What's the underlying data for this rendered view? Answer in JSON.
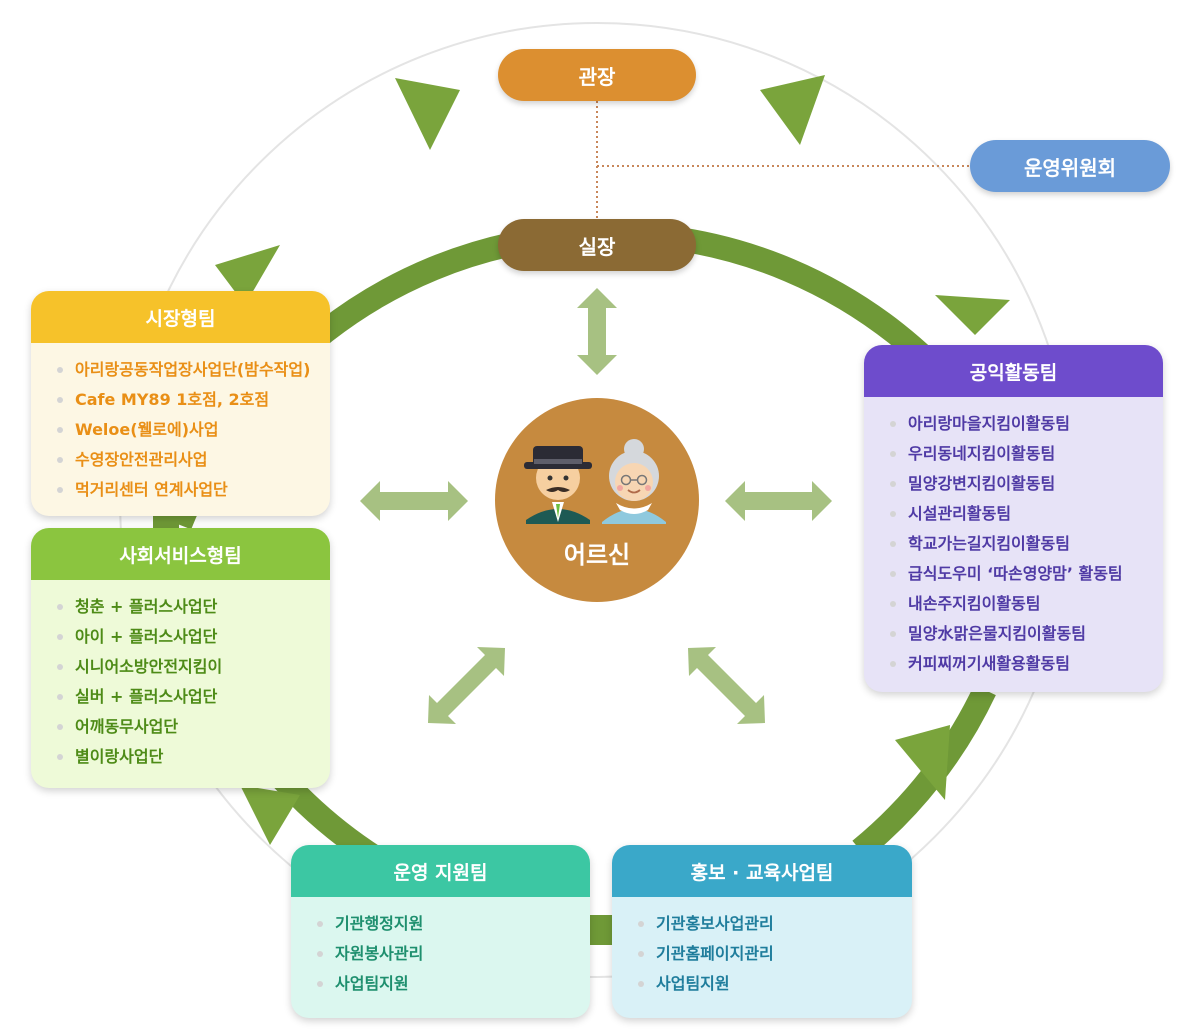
{
  "leadership": {
    "director": "관장",
    "manager": "실장",
    "committee": "운영위원회"
  },
  "center": {
    "label": "어르신",
    "icons": [
      "elderly-man-icon",
      "elderly-woman-icon"
    ]
  },
  "teams": {
    "market": {
      "title": "시장형팀",
      "items": [
        "아리랑공동작업장사업단(밤수작업)",
        "Cafe MY89 1호점, 2호점",
        "Weloe(웰로에)사업",
        "수영장안전관리사업",
        "먹거리센터 연계사업단"
      ]
    },
    "social": {
      "title": "사회서비스형팀",
      "items": [
        "청춘 + 플러스사업단",
        "아이 + 플러스사업단",
        "시니어소방안전지킴이",
        "실버 + 플러스사업단",
        "어깨동무사업단",
        "별이랑사업단"
      ]
    },
    "public": {
      "title": "공익활동팀",
      "items": [
        "아리랑마을지킴이활동팀",
        "우리동네지킴이활동팀",
        "밀양강변지킴이활동팀",
        "시설관리활동팀",
        "학교가는길지킴이활동팀",
        "급식도우미 ‘따손영양맘’ 활동팀",
        "내손주지킴이활동팀",
        "밀양水맑은물지킴이활동팀",
        "커피찌꺼기새활용활동팀"
      ]
    },
    "ops": {
      "title": "운영 지원팀",
      "items": [
        "기관행정지원",
        "자원봉사관리",
        "사업팀지원"
      ]
    },
    "pr": {
      "title": "홍보 · 교육사업팀",
      "items": [
        "기관홍보사업관리",
        "기관홈페이지관리",
        "사업팀지원"
      ]
    }
  },
  "colors": {
    "director": "#dc8f30",
    "manager": "#8b6a34",
    "committee": "#6a9bd8",
    "cycle_arrow": "#6f9937",
    "center_circle": "#c68a3f",
    "connector_arrow": "#a7c182"
  }
}
